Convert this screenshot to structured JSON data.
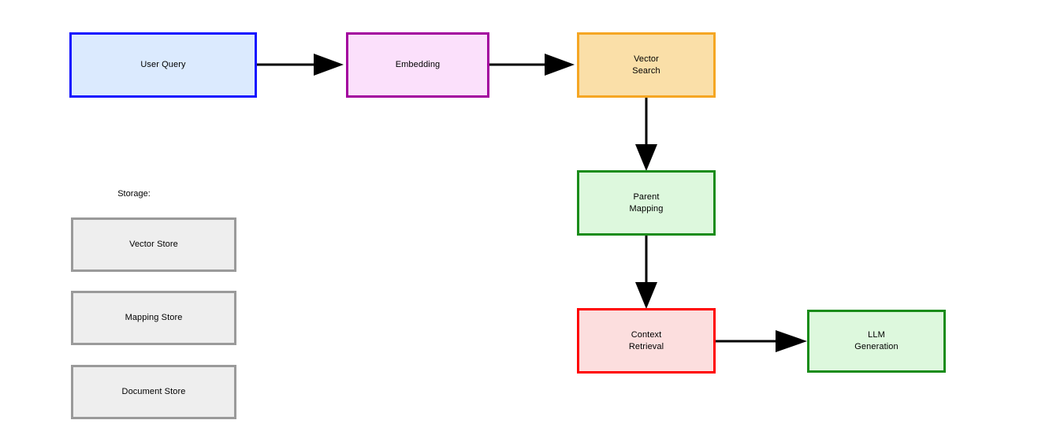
{
  "diagram": {
    "title_text": "",
    "background": "#ffffff",
    "flow_nodes": [
      {
        "id": "user-query",
        "label": "User Query",
        "fill": "#dbeafe",
        "stroke": "#1414ff"
      },
      {
        "id": "embedding",
        "label": "Embedding",
        "fill": "#fbe0fb",
        "stroke": "#a3009e"
      },
      {
        "id": "vector-search",
        "label": "Vector\nSearch",
        "fill": "#fadfa8",
        "stroke": "#f5a623"
      },
      {
        "id": "parent-map",
        "label": "Parent\nMapping",
        "fill": "#ddf8dd",
        "stroke": "#1a8c1a"
      },
      {
        "id": "context",
        "label": "Context\nRetrieval",
        "fill": "#fcdede",
        "stroke": "#ff0000"
      },
      {
        "id": "llm",
        "label": "LLM\nGeneration",
        "fill": "#ddf8dd",
        "stroke": "#1a8c1a"
      }
    ],
    "storage": {
      "group_label": "Storage:",
      "fill": "#eeeeee",
      "stroke": "#9a9a9a",
      "items": [
        {
          "id": "vector-store",
          "label": "Vector Store"
        },
        {
          "id": "mapping-store",
          "label": "Mapping Store"
        },
        {
          "id": "document-store",
          "label": "Document Store"
        }
      ]
    },
    "edges": [
      {
        "id": "user-query-to-embedding",
        "from": "user-query",
        "to": "embedding",
        "direction": "right",
        "label": ""
      },
      {
        "id": "embedding-to-vector-search",
        "from": "embedding",
        "to": "vector-search",
        "direction": "right",
        "label": ""
      },
      {
        "id": "vector-search-to-parent-map",
        "from": "vector-search",
        "to": "parent-map",
        "direction": "down",
        "label": ""
      },
      {
        "id": "parent-map-to-context",
        "from": "parent-map",
        "to": "context",
        "direction": "down",
        "label": ""
      },
      {
        "id": "context-to-llm",
        "from": "context",
        "to": "llm",
        "direction": "right",
        "label": ""
      }
    ],
    "edge_color": "#000000"
  }
}
